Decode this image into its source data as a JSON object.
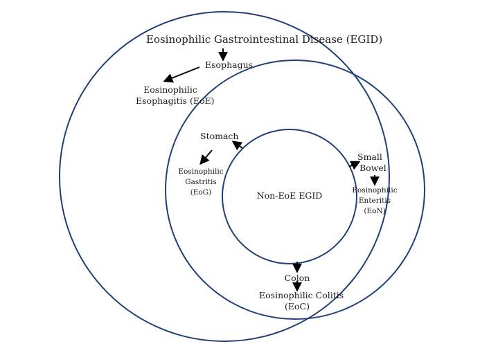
{
  "colors": {
    "circle_stroke": "#1f3e7a",
    "arrow": "#000000",
    "text": "#1a1a1a"
  },
  "diagram": {
    "title": "Eosinophilic Gastrointestinal Disease (EGID)",
    "esophagus": "Esophagus",
    "eoe_line1": "Eosinophilic",
    "eoe_line2": "Esophagitis (EoE)",
    "stomach": "Stomach",
    "eog_line1": "Eosinophilic",
    "eog_line2": "Gastritis",
    "eog_line3": "(EoG)",
    "small_bowel_line1": "Small",
    "small_bowel_line2": "Bowel",
    "eon_line1": "Eosinophilic",
    "eon_line2": "Enteritis",
    "eon_line3": "(EoN)",
    "center": "Non-EoE EGID",
    "colon": "Colon",
    "eoc_line1": "Eosinophilic Colitis",
    "eoc_line2": "(EoC)"
  }
}
